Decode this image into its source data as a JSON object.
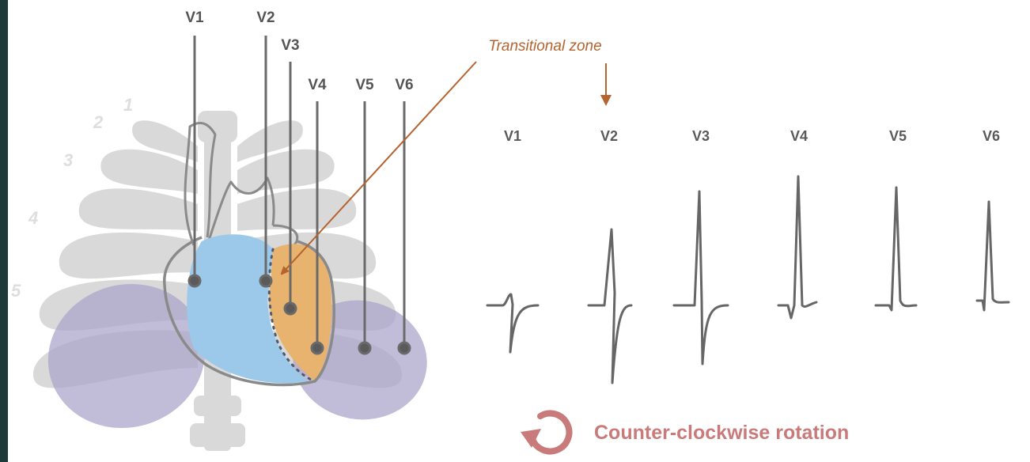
{
  "rib_numbers": [
    "1",
    "2",
    "3",
    "4",
    "5"
  ],
  "electrode_leads": [
    "V1",
    "V2",
    "V3",
    "V4",
    "V5",
    "V6"
  ],
  "ecg_leads": [
    "V1",
    "V2",
    "V3",
    "V4",
    "V5",
    "V6"
  ],
  "transitional_zone_label": "Transitional zone",
  "rotation_label": "Counter-clockwise rotation",
  "colors": {
    "rib_cage": "#d9d9d9",
    "lung": "#a9a3c9",
    "right_ventricle": "#9cc8ea",
    "left_ventricle": "#e8b36e",
    "heart_outline": "#8a8a8a",
    "lead_wire": "#6a6a6a",
    "ecg_trace": "#666666",
    "transitional_arrow": "#b5632f",
    "rotation_accent": "#c97a7a",
    "side_bar": "#1d3a3a"
  },
  "icons": {
    "rotation": "counter-clockwise-arrow-icon",
    "pointer": "down-arrow-icon"
  }
}
